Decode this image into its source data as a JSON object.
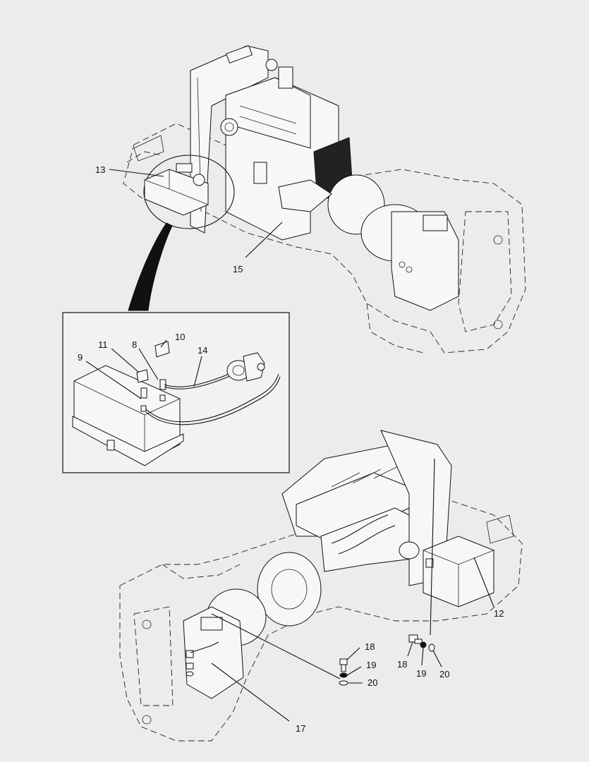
{
  "callouts": {
    "c13": "13",
    "c15": "15",
    "c11": "11",
    "c8": "8",
    "c10": "10",
    "c9": "9",
    "c14": "14",
    "c12": "12",
    "c18a": "18",
    "c19a": "19",
    "c20a": "20",
    "c18b": "18",
    "c19b": "19",
    "c20b": "20",
    "c17": "17"
  }
}
